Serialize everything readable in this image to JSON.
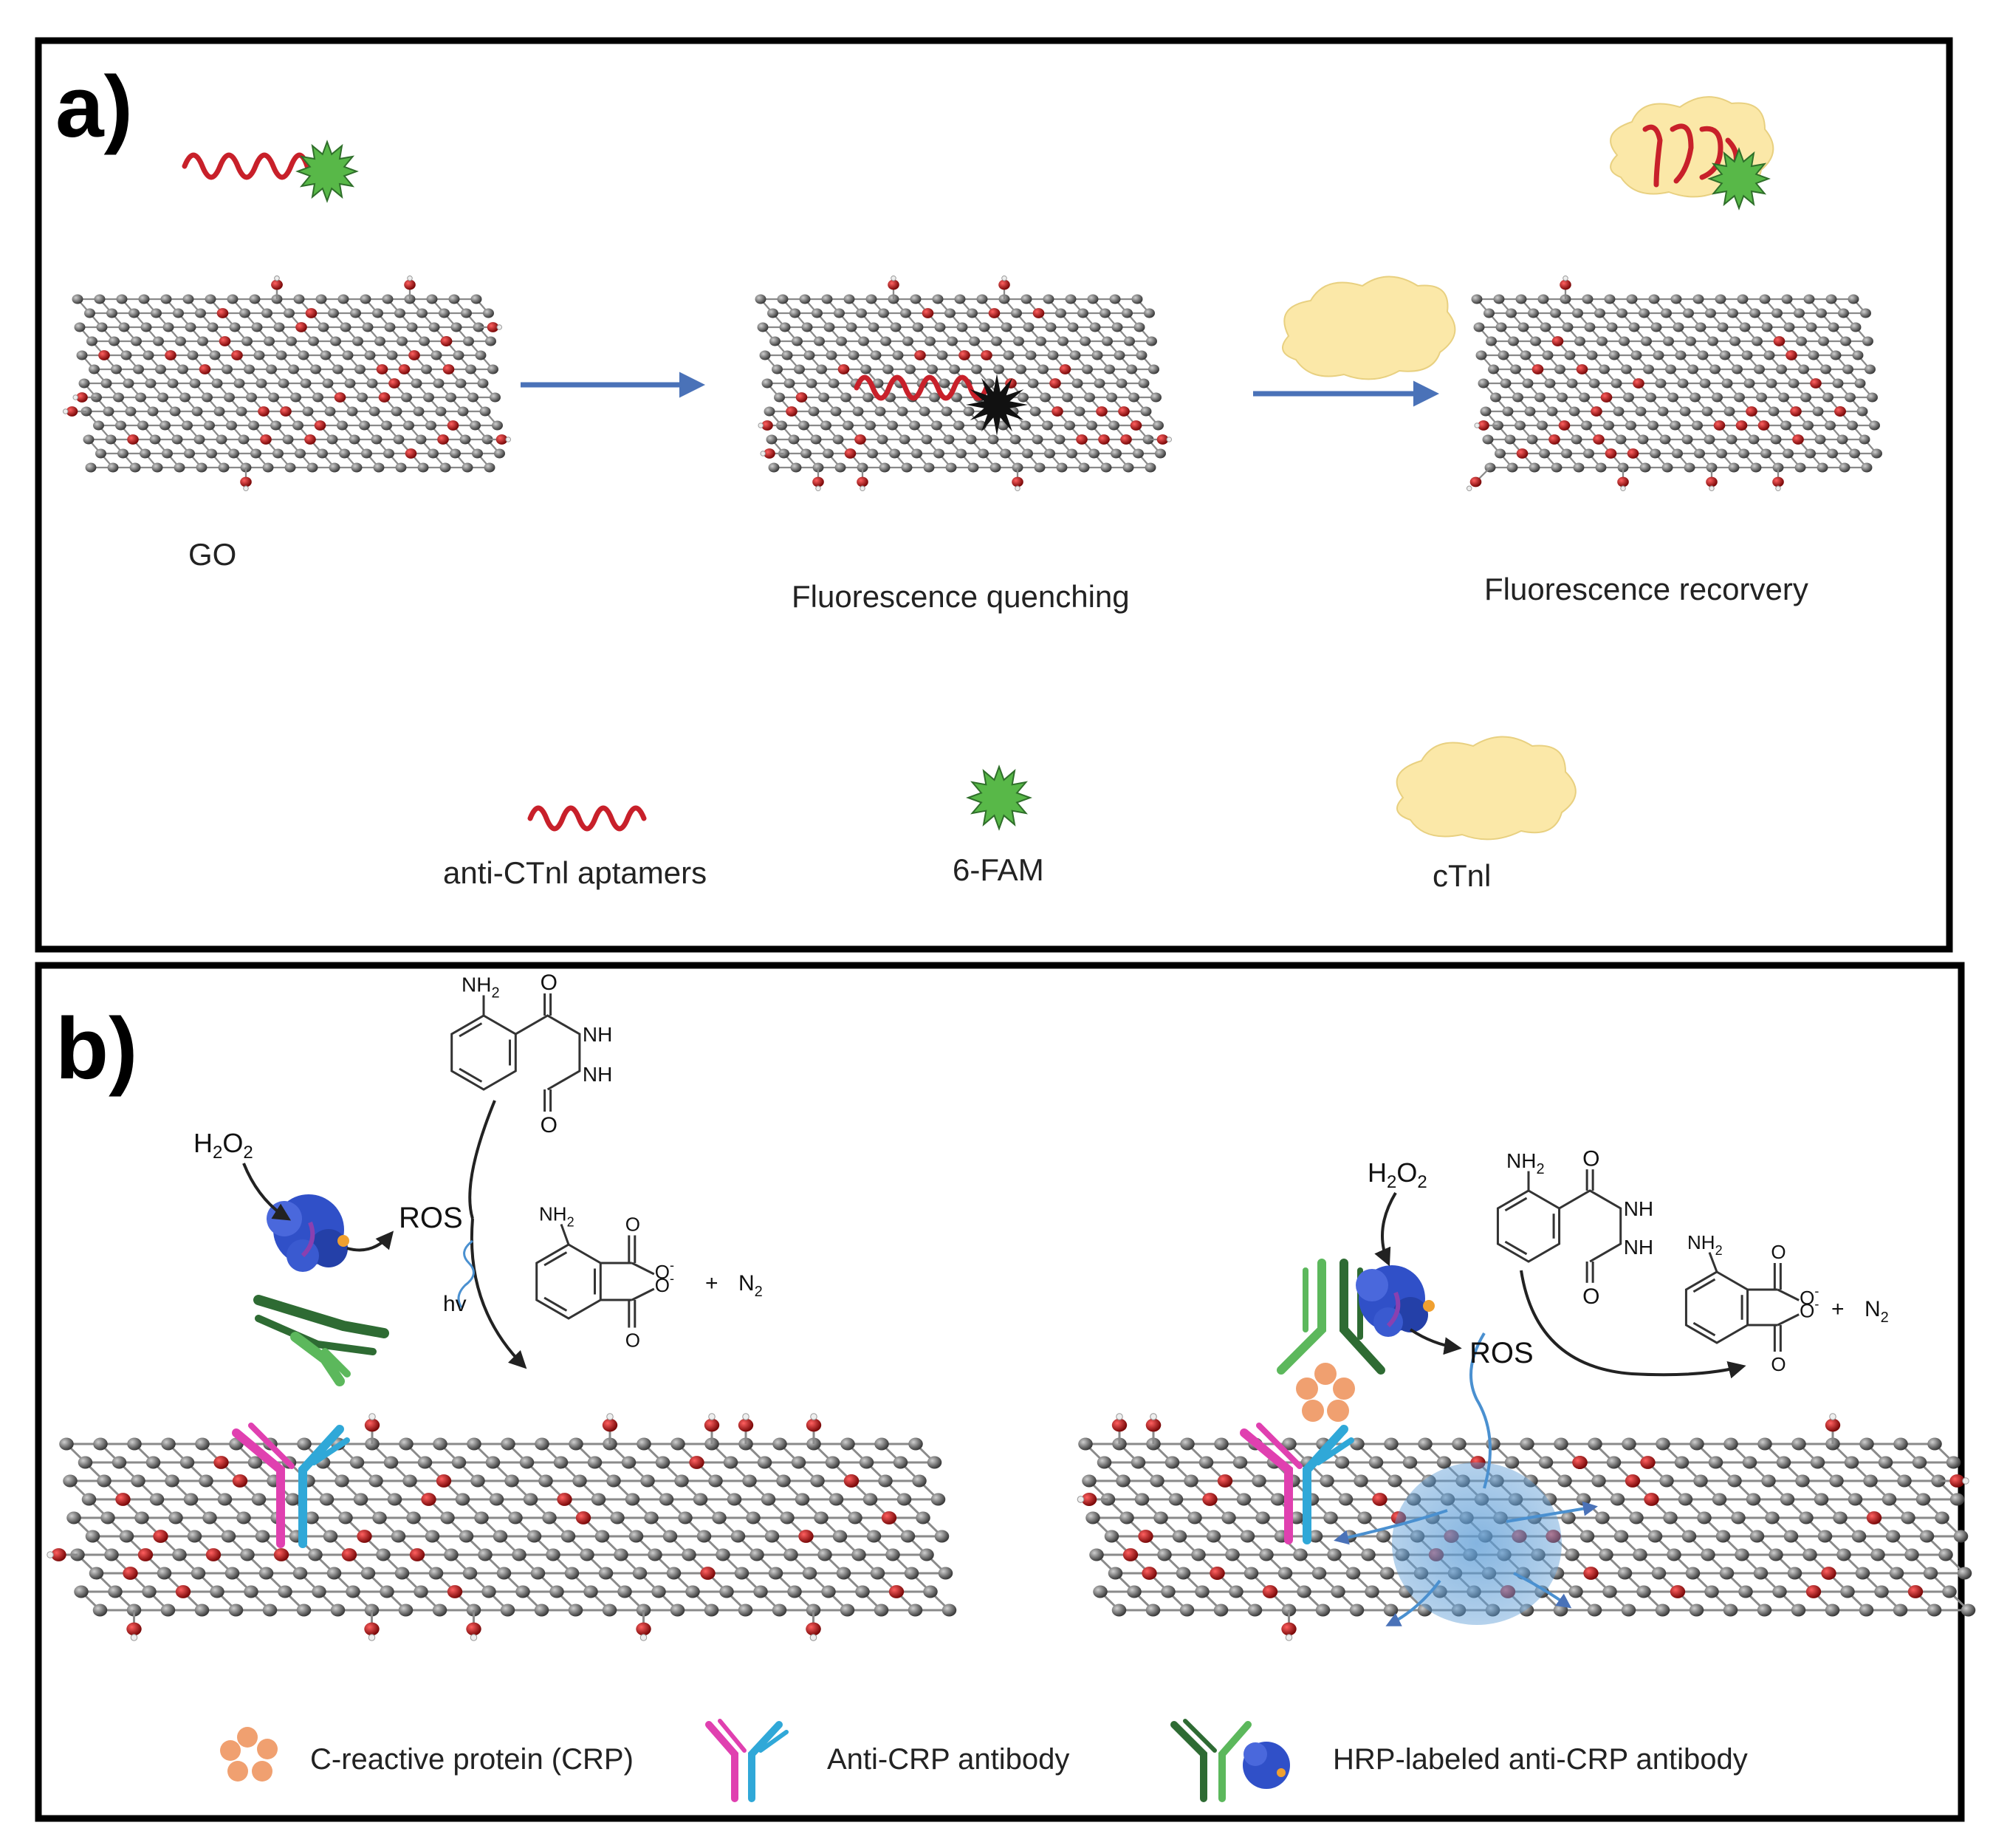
{
  "panel_a": {
    "letter": "a)",
    "labels": {
      "go": "GO",
      "quenching": "Fluorescence quenching",
      "recovery": "Fluorescence recorvery"
    },
    "legend": {
      "aptamer": "anti-CTnl aptamers",
      "fam": "6-FAM",
      "ctni": "cTnl"
    }
  },
  "panel_b": {
    "letter": "b)",
    "chem": {
      "h2o2_main": "H",
      "h2o2_sub2": "2",
      "h2o2_o": "O",
      "ros": "ROS",
      "hv": "hv",
      "nh2": "NH",
      "nh2_sub": "2",
      "nh": "NH",
      "o": "O",
      "o_minus": "O",
      "minus": "-",
      "plus": "+",
      "n2_n": "N",
      "n2_sub": "2"
    },
    "legend": {
      "crp": "C-reactive protein (CRP)",
      "anti_crp": "Anti-CRP antibody",
      "hrp_anti_crp": "HRP-labeled anti-CRP antibody"
    }
  },
  "colors": {
    "arrow": "#4a72b8",
    "aptamer": "#c8202a",
    "fam": "#58b848",
    "cloud": "#fbe8a8",
    "carbon": "#555555",
    "oxygen": "#b01818",
    "anti_crp_pink": "#e040b0",
    "anti_crp_blue": "#30a8d8",
    "hrp_green_dark": "#2e6b33",
    "hrp_green_light": "#5cb85c",
    "crp": "#f0a070",
    "hrp_enzyme": "#3050c8",
    "glow": "#6fa7dd"
  }
}
